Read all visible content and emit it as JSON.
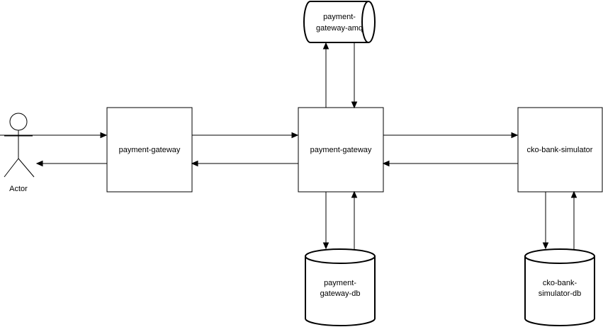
{
  "diagram": {
    "actor": {
      "label": "Actor"
    },
    "nodes": {
      "gateway_api": {
        "label": "payment-gateway"
      },
      "gateway_core": {
        "label": "payment-gateway"
      },
      "bank_sim": {
        "label": "cko-bank-simulator"
      },
      "amq": {
        "label_lines": [
          "payment-",
          "gateway-amq"
        ]
      },
      "gateway_db": {
        "label_lines": [
          "payment-",
          "gateway-db"
        ]
      },
      "bank_db": {
        "label_lines": [
          "cko-bank-",
          "simulator-db"
        ]
      }
    },
    "colors": {
      "stroke": "#000000",
      "fill": "#ffffff"
    }
  }
}
